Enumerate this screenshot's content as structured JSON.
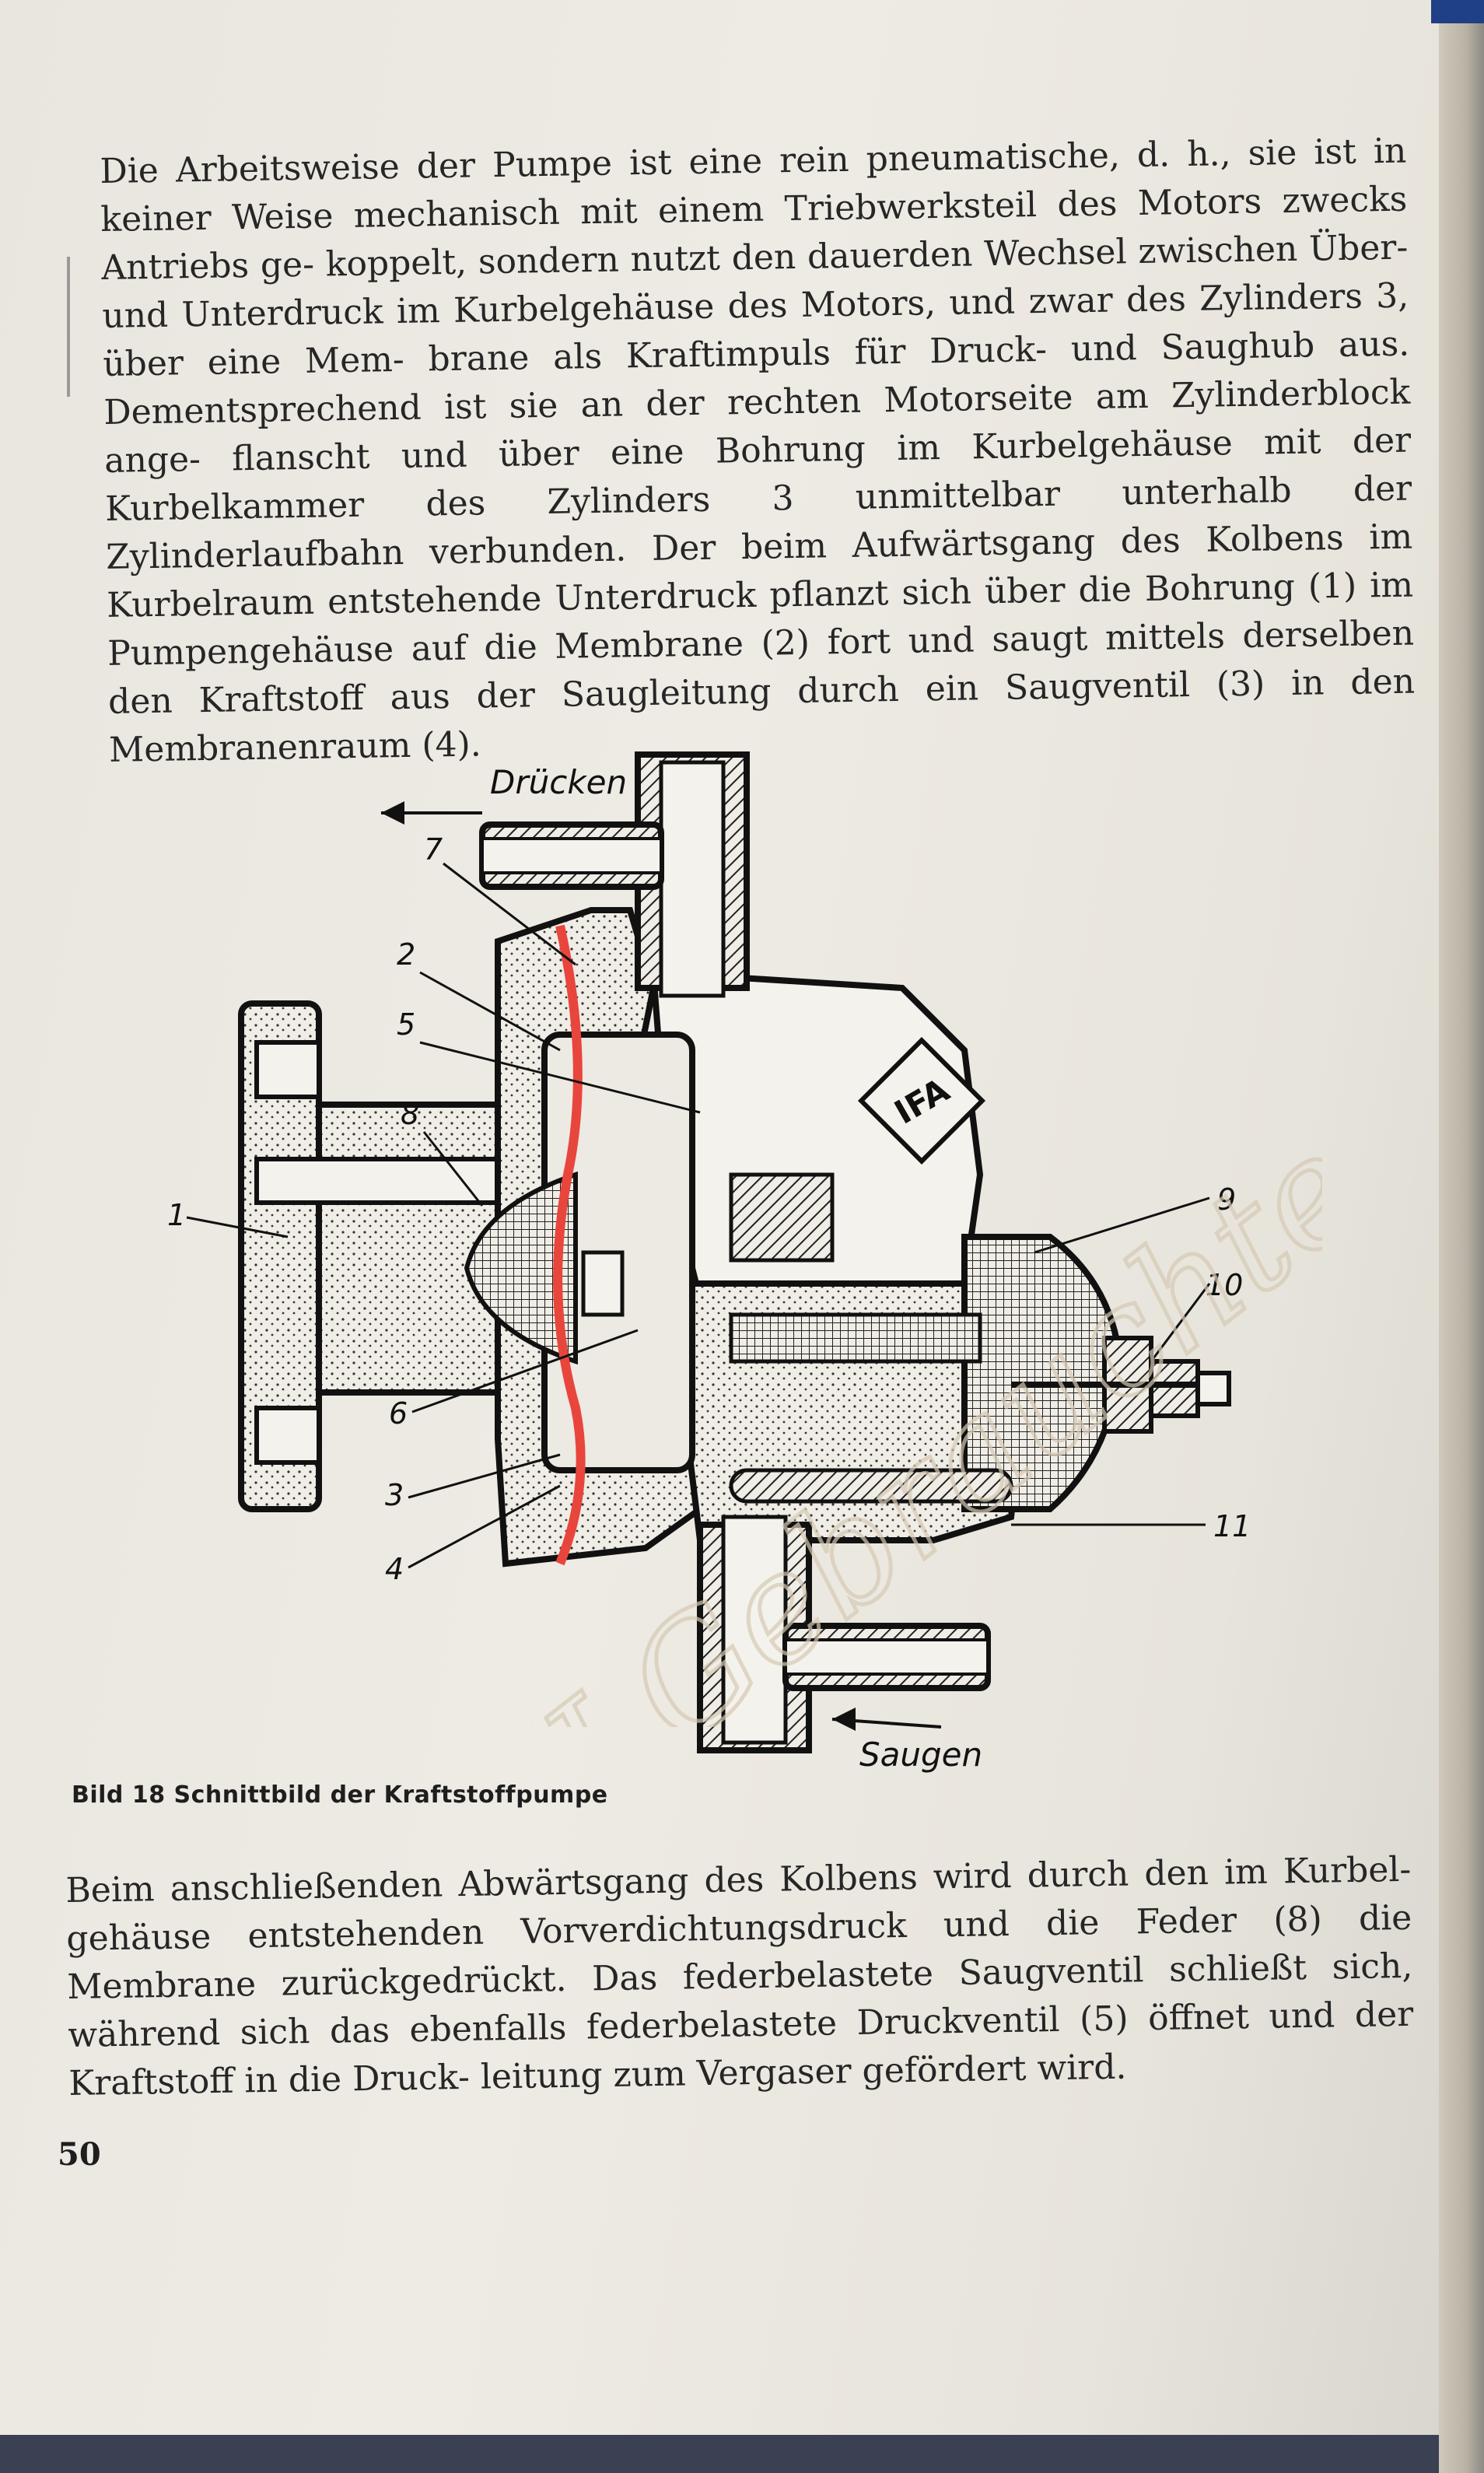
{
  "text": {
    "paragraph1": "Die Arbeitsweise der Pumpe ist eine rein pneumatische, d. h., sie ist in keiner Weise mechanisch mit einem Triebwerksteil des Motors zwecks Antriebs ge‐ koppelt, sondern nutzt den dauerden Wechsel zwischen Über‐ und Unterdruck im Kurbelgehäuse des Motors, und zwar des Zylinders 3, über eine Mem‐ brane als Kraftimpuls für Druck‐ und Saughub aus. Dementsprechend ist sie an der rechten Motorseite am Zylinderblock ange‐ flanscht und über eine Bohrung im Kurbelgehäuse mit der Kurbelkammer des Zylinders 3 unmittelbar unterhalb der Zylinderlaufbahn verbunden. Der beim Aufwärtsgang des Kolbens im Kurbelraum entstehende Unterdruck pflanzt sich über die Bohrung (1) im Pumpengehäuse auf die Membrane (2) fort und saugt mittels derselben den Kraftstoff aus der Saugleitung durch ein Saugventil (3) in den Membranenraum (4).",
    "caption": "Bild 18 Schnittbild der Kraftstoffpumpe",
    "paragraph2": "Beim anschließenden Abwärtsgang des Kolbens wird durch den im Kurbel‐ gehäuse entstehenden Vorverdichtungsdruck und die Feder (8) die Membrane zurückgedrückt. Das federbelastete Saugventil schließt sich, während sich das ebenfalls federbelastete Druckventil (5) öffnet und der Kraftstoff in die Druck‐ leitung zum Vergaser gefördert wird.",
    "page_number": "50"
  },
  "figure": {
    "label_druecken": "Drücken",
    "label_saugen": "Saugen",
    "logo_text": "IFA",
    "callouts": [
      "1",
      "2",
      "3",
      "4",
      "5",
      "6",
      "7",
      "8",
      "9",
      "10",
      "11"
    ]
  },
  "colors": {
    "ink": "#262626",
    "membrane_red": "#e8463c",
    "paper": "#ece9e2",
    "watermark": "#d6c9b4"
  },
  "watermark": {
    "text": "IJ Gebrauchte Fahrzeuge"
  }
}
